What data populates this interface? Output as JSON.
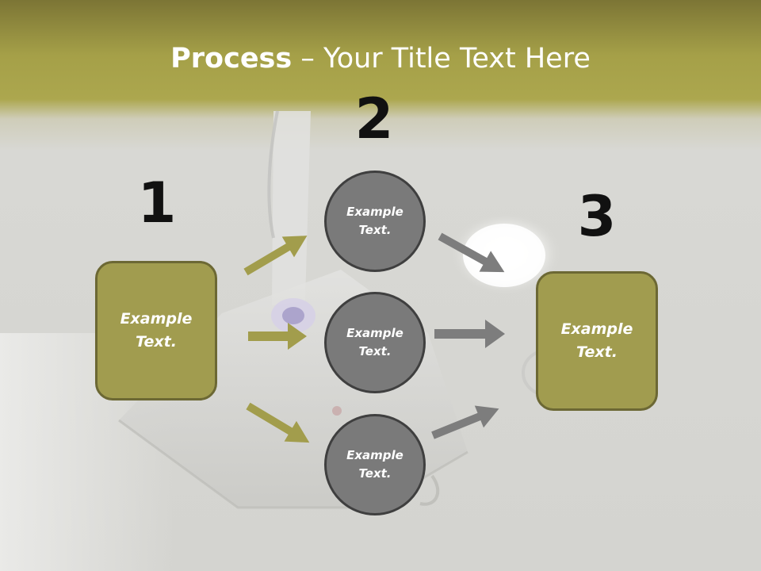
{
  "title": {
    "bold": "Process",
    "rest": " – Your Title Text Here"
  },
  "steps": [
    {
      "number": "1",
      "box_text": "Example Text."
    },
    {
      "number": "2",
      "circles": [
        "Example Text.",
        "Example Text.",
        "Example Text."
      ]
    },
    {
      "number": "3",
      "box_text": "Example Text."
    }
  ],
  "colors": {
    "header_olive": "#a5a048",
    "box_fill": "#a19c4f",
    "circle_fill": "#7a7a7a",
    "arrow_olive": "#a29d4c",
    "arrow_gray": "#7d7d7d"
  }
}
